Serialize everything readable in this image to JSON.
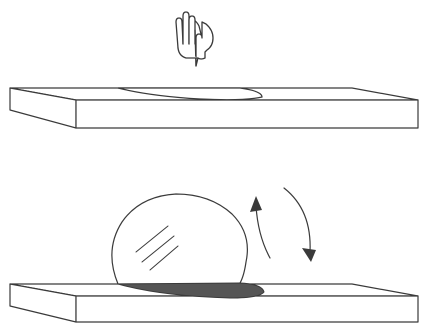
{
  "diagram": {
    "stroke_color": "#3a3a3a",
    "fill_color": "#ffffff",
    "shadow_color": "#555555",
    "panels": [
      {
        "id": "top",
        "elements": [
          "pointing-hand-icon",
          "flat-droplet",
          "slab"
        ]
      },
      {
        "id": "bottom",
        "elements": [
          "dome-droplet",
          "shadow",
          "rotation-arrows",
          "slab"
        ]
      }
    ]
  }
}
